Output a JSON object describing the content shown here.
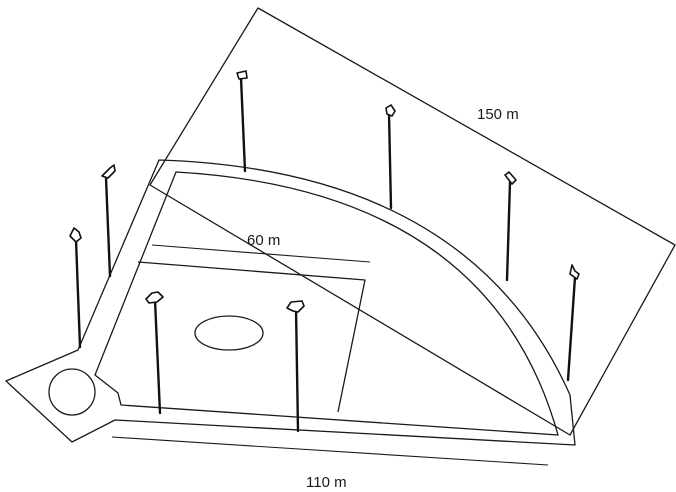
{
  "diagram": {
    "dimensions": {
      "depth_label": "150 m",
      "infield_label": "60 m",
      "width_label": "110 m"
    },
    "colors": {
      "line": "#1a1a1a",
      "background": "#ffffff"
    }
  }
}
